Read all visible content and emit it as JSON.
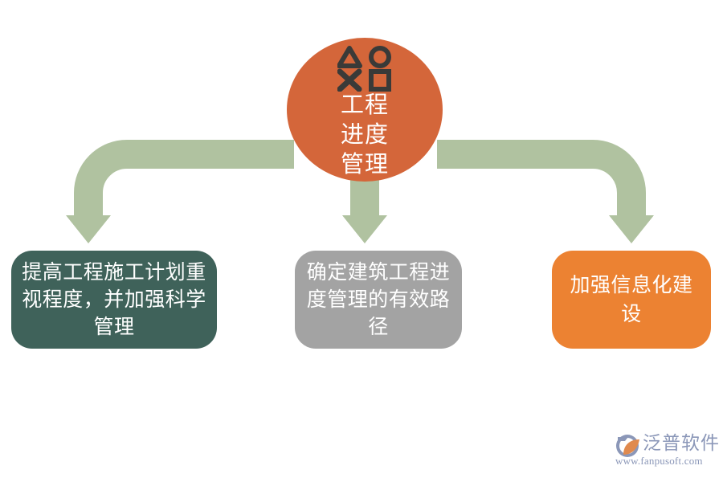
{
  "diagram": {
    "type": "flow-diagram",
    "background_color": "#ffffff",
    "hub": {
      "label": "工程进度管理",
      "color": "#d4663a",
      "text_color": "#ffffff",
      "icon_name": "shapes-icon",
      "icon_glyphs": [
        "triangle",
        "circle",
        "x-cross",
        "square"
      ],
      "icon_color": "#3a3a38"
    },
    "connectors": [
      {
        "name": "elbow-arrow-left",
        "direction": "left-down",
        "color": "#b0c2a0"
      },
      {
        "name": "straight-arrow-center",
        "direction": "down",
        "color": "#b0c2a0"
      },
      {
        "name": "elbow-arrow-right",
        "direction": "right-down",
        "color": "#b0c2a0"
      }
    ],
    "outcomes": [
      {
        "text": "提高工程施工计划重视程度，并加强科学管理",
        "color": "#3f625a",
        "text_color": "#ffffff"
      },
      {
        "text": "确定建筑工程进度管理的有效路径",
        "color": "#a3a3a3",
        "text_color": "#ffffff"
      },
      {
        "text": "加强信息化建设",
        "color": "#ec8232",
        "text_color": "#ffffff"
      }
    ]
  },
  "watermark": {
    "brand": "泛普软件",
    "url": "www.fanpusoft.com",
    "color": "#8b97b8",
    "accent_color": "#e08a4e",
    "logo_name": "fanpu-logo-icon"
  }
}
